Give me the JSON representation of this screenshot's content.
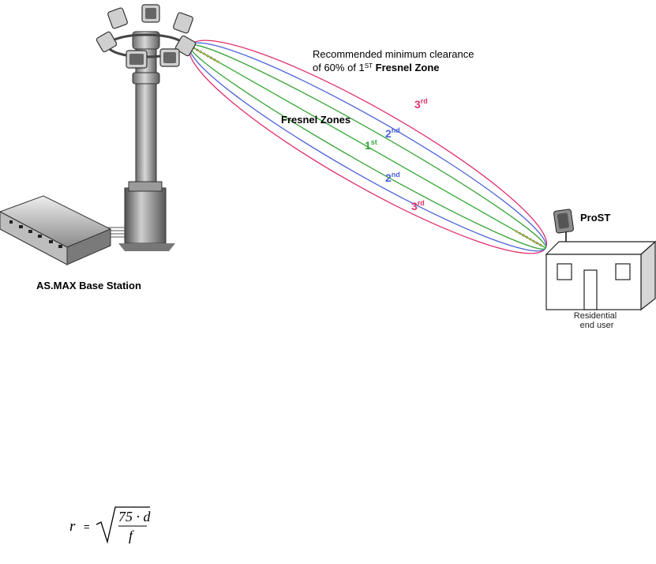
{
  "labels": {
    "base_station": "AS.MAX Base Station",
    "cpe": "ProST",
    "residential_line1": "Residential",
    "residential_line2": "end user",
    "clearance_line1": "Recommended minimum clearance",
    "clearance_line2_prefix": "of 60% of 1",
    "clearance_line2_sup": "ST",
    "clearance_line2_bold": " Fresnel Zone",
    "fresnel_zones": "Fresnel Zones"
  },
  "zones": [
    {
      "num": "1",
      "sup": "st",
      "color": "#3aa43a"
    },
    {
      "num": "2",
      "sup": "nd",
      "color": "#4a63d8"
    },
    {
      "num": "3",
      "sup": "rd",
      "color": "#e0306a"
    }
  ],
  "formula": {
    "lhs": "r",
    "eq": "=",
    "numerator": "75 · d",
    "denominator": "f"
  },
  "colors": {
    "first_zone": "#3aa43a",
    "second_zone": "#4a63d8",
    "third_zone": "#e0306a",
    "los_line": "#33aa33"
  }
}
